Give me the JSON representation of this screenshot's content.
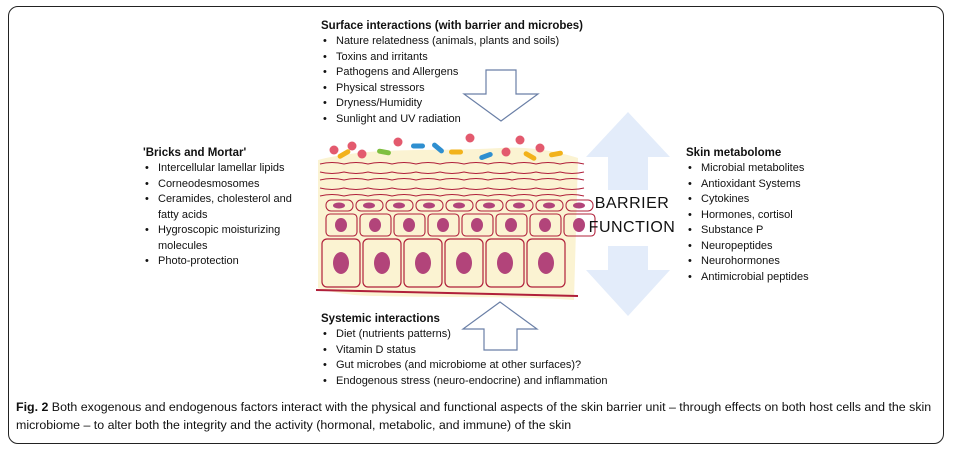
{
  "surface": {
    "title": "Surface interactions (with barrier and microbes)",
    "items": [
      "Nature relatedness (animals, plants and soils)",
      "Toxins and irritants",
      "Pathogens and Allergens",
      "Physical stressors",
      "Dryness/Humidity",
      "Sunlight and UV radiation"
    ]
  },
  "bricks": {
    "title": "'Bricks and Mortar'",
    "items": [
      "Intercellular lamellar lipids",
      "Corneodesmosomes",
      "Ceramides, cholesterol and fatty acids",
      "Hygroscopic moisturizing molecules",
      "Photo-protection"
    ]
  },
  "metabolome": {
    "title": "Skin metabolome",
    "items": [
      "Microbial metabolites",
      "Antioxidant Systems",
      "Cytokines",
      "Hormones, cortisol",
      "Substance P",
      "Neuropeptides",
      "Neurohormones",
      "Antimicrobial peptides"
    ]
  },
  "systemic": {
    "title": "Systemic interactions",
    "items": [
      "Diet (nutrients patterns)",
      "Vitamin D status",
      "Gut microbes (and microbiome at other surfaces)?",
      "Endogenous stress (neuro-endocrine) and inflammation"
    ]
  },
  "barrier": {
    "line1": "BARRIER",
    "line2": "FUNCTION"
  },
  "caption": {
    "label": "Fig. 2",
    "text": " Both exogenous and endogenous factors interact with the physical and functional aspects of the skin barrier unit – through effects on both host cells and the skin microbiome – to alter both the integrity and the activity (hormonal, metabolic, and immune) of the skin"
  },
  "colors": {
    "skin_background": "#fbf3d2",
    "cell_outline": "#b0203a",
    "nucleus": "#b2447a",
    "arrow_fill": "#e3ecfa"
  }
}
